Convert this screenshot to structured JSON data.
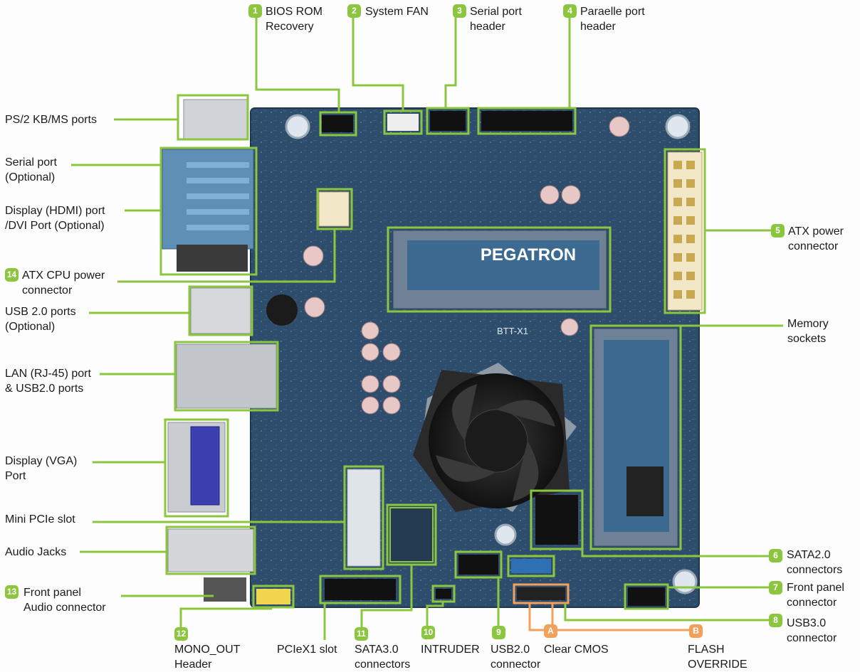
{
  "colors": {
    "accent_green": "#8cc63f",
    "accent_orange": "#f2a15a",
    "board": "#2f4f6e"
  },
  "board": {
    "brand": "PEGATRON",
    "model": "BTT-X1"
  },
  "callouts_top": [
    {
      "num": "1",
      "label": "BIOS ROM\nRecovery"
    },
    {
      "num": "2",
      "label": "System FAN"
    },
    {
      "num": "3",
      "label": "Serial port\nheader"
    },
    {
      "num": "4",
      "label": "Paraelle port\nheader"
    }
  ],
  "callouts_left": [
    {
      "num": "",
      "label": "PS/2 KB/MS ports"
    },
    {
      "num": "",
      "label": "Serial port\n(Optional)"
    },
    {
      "num": "",
      "label": "Display (HDMI) port\n/DVI Port (Optional)"
    },
    {
      "num": "14",
      "label": "ATX CPU power\nconnector"
    },
    {
      "num": "",
      "label": "USB 2.0 ports\n(Optional)"
    },
    {
      "num": "",
      "label": "LAN (RJ-45) port\n& USB2.0 ports"
    },
    {
      "num": "",
      "label": "Display (VGA)\nPort"
    },
    {
      "num": "",
      "label": "Mini PCIe slot"
    },
    {
      "num": "",
      "label": "Audio Jacks"
    },
    {
      "num": "13",
      "label": "Front panel\nAudio connector"
    }
  ],
  "callouts_right": [
    {
      "num": "5",
      "label": "ATX power\nconnector"
    },
    {
      "num": "",
      "label": "Memory\nsockets"
    },
    {
      "num": "6",
      "label": "SATA2.0\nconnectors"
    },
    {
      "num": "7",
      "label": "Front panel\nconnector"
    },
    {
      "num": "8",
      "label": "USB3.0\nconnector"
    }
  ],
  "callouts_bottom": [
    {
      "num": "12",
      "label": "MONO_OUT\nHeader"
    },
    {
      "num": "",
      "label": "PCIeX1 slot"
    },
    {
      "num": "11",
      "label": "SATA3.0\nconnectors"
    },
    {
      "num": "10",
      "label": "INTRUDER"
    },
    {
      "num": "9",
      "label": "USB2.0\nconnector"
    },
    {
      "num": "A",
      "label": "Clear CMOS"
    },
    {
      "num": "B",
      "label": "FLASH\nOVERRIDE"
    }
  ]
}
